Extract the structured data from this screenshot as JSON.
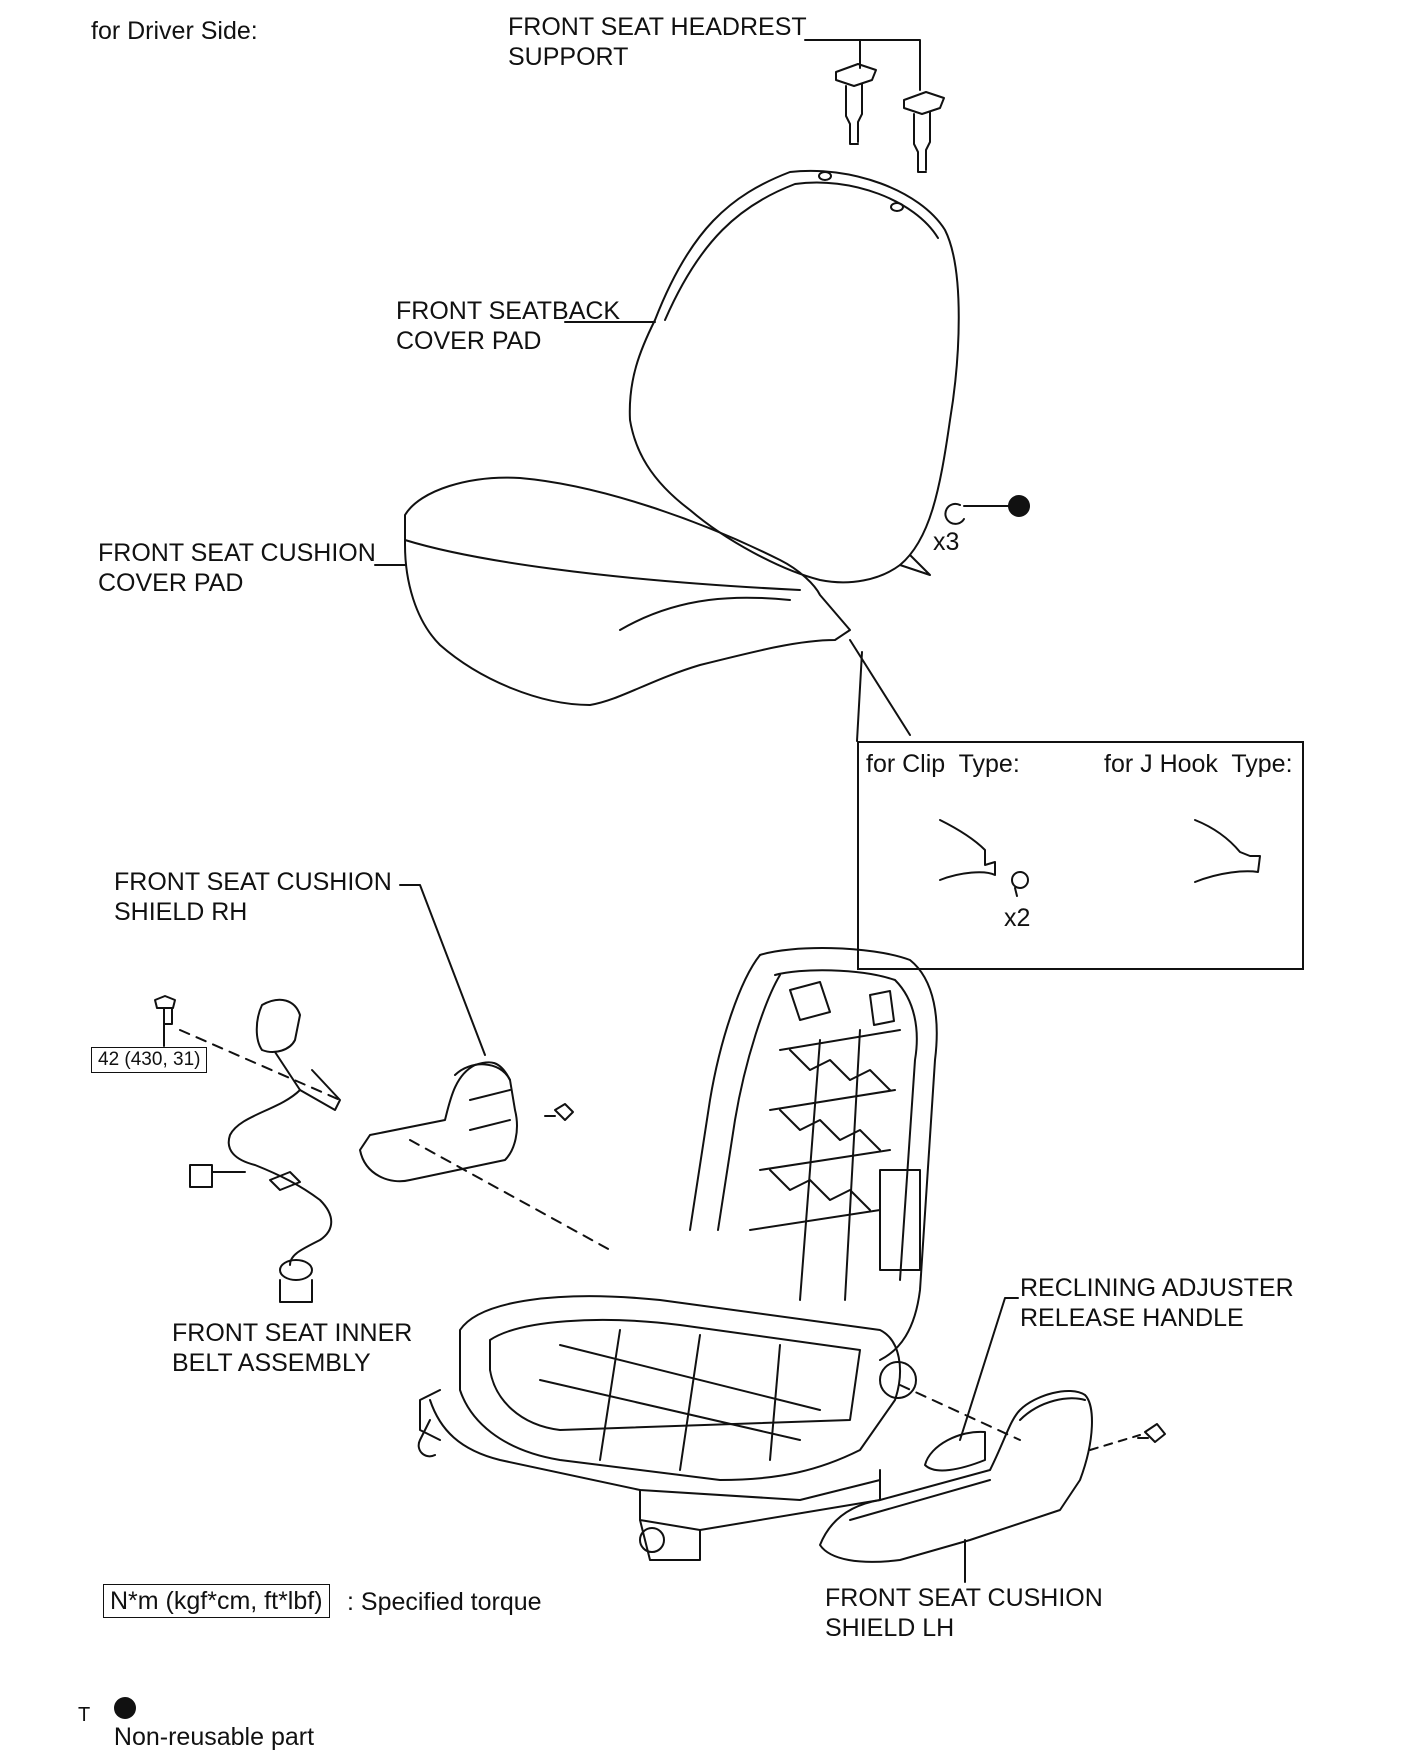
{
  "header": {
    "scope_label": "for Driver Side:"
  },
  "parts": {
    "headrest_support": "FRONT SEAT HEADREST\nSUPPORT",
    "seatback_cover_pad": "FRONT SEATBACK\nCOVER PAD",
    "cushion_cover_pad": "FRONT SEAT CUSHION\nCOVER PAD",
    "cushion_shield_rh": "FRONT SEAT CUSHION\nSHIELD RH",
    "inner_belt_assembly": "FRONT SEAT INNER\nBELT ASSEMBLY",
    "reclining_handle": "RECLINING ADJUSTER\nRELEASE HANDLE",
    "cushion_shield_lh": "FRONT SEAT CUSHION\nSHIELD LH"
  },
  "quantities": {
    "hog_ring": "x3",
    "clip": "x2"
  },
  "inset": {
    "clip_type": "for Clip  Type:",
    "jhook_type": "for J Hook  Type:"
  },
  "torque": {
    "belt_bolt": "42 (430, 31)"
  },
  "legend": {
    "torque_box": "N*m (kgf*cm, ft*lbf)",
    "torque_desc": ": Specified torque",
    "non_reusable": "Non-reusable part"
  },
  "footer": {
    "code": "T"
  },
  "colors": {
    "line": "#111111",
    "background": "#ffffff"
  }
}
